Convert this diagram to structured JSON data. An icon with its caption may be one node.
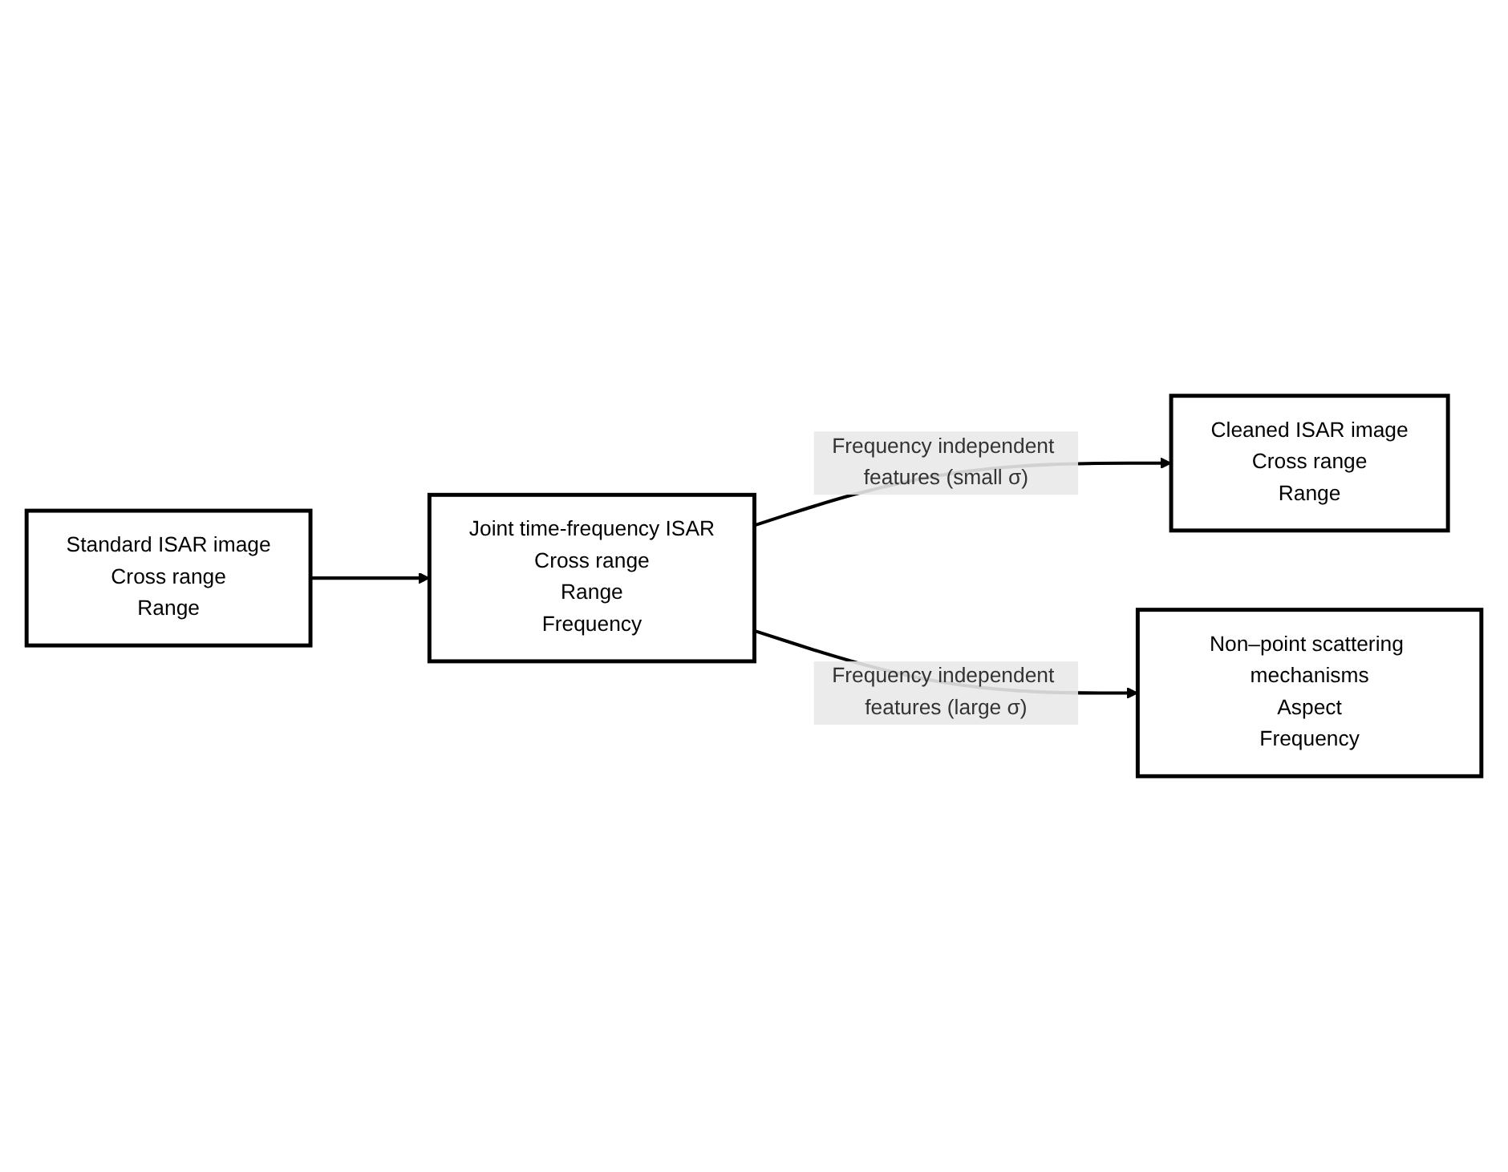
{
  "diagram": {
    "nodes": [
      {
        "text": [
          "Standard ISAR image",
          "Cross range",
          "Range"
        ]
      },
      {
        "text": [
          "Joint time-frequency ISAR",
          "Cross range",
          "Range",
          "Frequency"
        ]
      },
      {
        "text": [
          "Cleaned ISAR image",
          "Cross range",
          "Range"
        ]
      },
      {
        "text": [
          "Non–point scattering mechanisms",
          "Aspect",
          "Frequency"
        ]
      }
    ],
    "edges": [
      {
        "from": 0,
        "to": 1,
        "arrow": "to"
      },
      {
        "from": 1,
        "to": 2,
        "arrow": "to",
        "label": "Frequency independent features (small σ)"
      },
      {
        "from": 1,
        "to": 3,
        "arrow": "to",
        "label": "Frequency independent features (large σ)"
      }
    ]
  }
}
